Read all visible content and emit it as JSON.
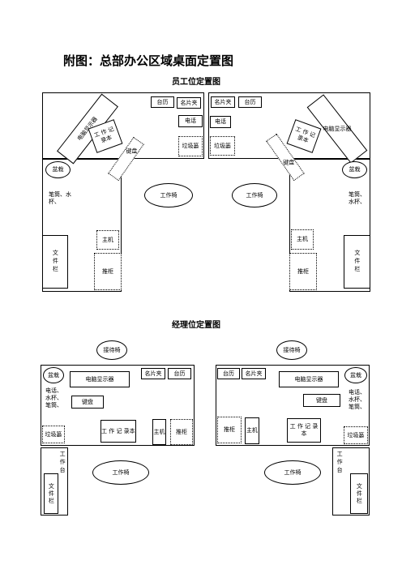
{
  "page": {
    "title": "附图：总部办公区域桌面定置图"
  },
  "staff": {
    "title": "员工位定置图",
    "left": {
      "monitor": "电脑显示器",
      "notebook": "工 作 记 录本",
      "calendar": "台历",
      "cardholder": "名片夹",
      "phone": "电话",
      "trash": "垃圾篓",
      "keyboard": "键盘",
      "plant": "盆栽",
      "pens": "笔筒、水杯、",
      "files": "文件栏",
      "host": "主机",
      "cabinet": "推柜",
      "chair": "工作椅"
    },
    "right": {
      "monitor": "电脑显示器",
      "notebook": "工 作 记 录本",
      "calendar": "台历",
      "cardholder": "名片夹",
      "phone": "电话",
      "trash": "垃圾篓",
      "keyboard": "键盘",
      "plant": "盆栽",
      "pens": "笔筒、水杯、",
      "files": "文件栏",
      "host": "主机",
      "cabinet": "推柜",
      "chair": "工作椅"
    }
  },
  "manager": {
    "title": "经理位定置图",
    "left": {
      "reception_chair": "接待椅",
      "plant": "盆栽",
      "monitor": "电脑显示器",
      "cardholder": "名片夹",
      "calendar": "台历",
      "items": "电话、水杯、笔筒、",
      "keyboard": "键盘",
      "trash": "垃圾篓",
      "notebook": "工 作 记 录本",
      "host": "主机",
      "cabinet": "推柜",
      "workbench": "工作台",
      "files": "文件栏",
      "chair": "工作椅"
    },
    "right": {
      "reception_chair": "接待椅",
      "calendar": "台历",
      "cardholder": "名片夹",
      "monitor": "电脑显示器",
      "plant": "盆栽",
      "items": "电话、水杯、笔筒、",
      "keyboard": "键盘",
      "cabinet": "推柜",
      "host": "主机",
      "notebook": "工 作 记 录本",
      "trash": "垃圾篓",
      "workbench": "工作台",
      "files": "文件栏",
      "chair": "工作椅"
    }
  }
}
